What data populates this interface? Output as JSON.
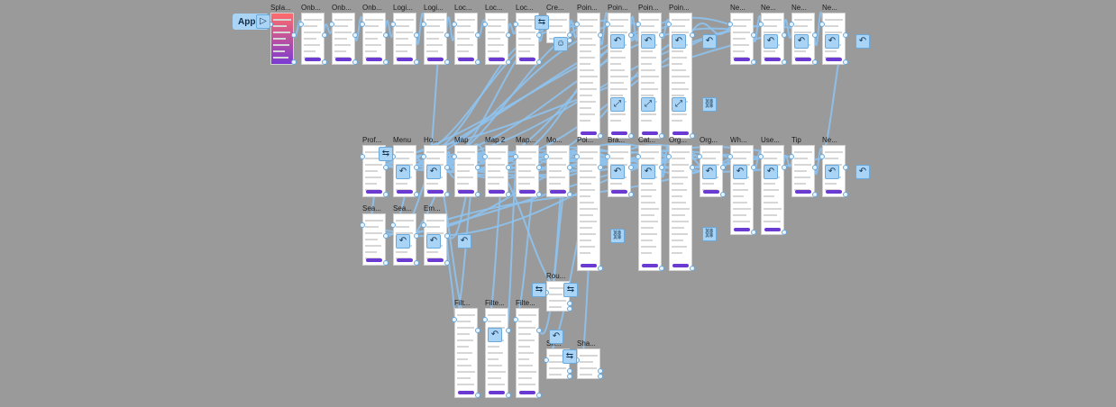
{
  "app_badge": {
    "label": "App",
    "play_icon": "play-icon"
  },
  "colors": {
    "canvas": "#9a9a9a",
    "link": "#a9d4f5",
    "link_stroke": "#8ec3ef",
    "cta": "#6a3ad2"
  },
  "frames": [
    {
      "id": "splash",
      "title": "Spla...",
      "kind": "splash"
    },
    {
      "id": "onb1",
      "title": "Onb..."
    },
    {
      "id": "onb2",
      "title": "Onb..."
    },
    {
      "id": "onb3",
      "title": "Onb..."
    },
    {
      "id": "login1",
      "title": "Logi..."
    },
    {
      "id": "login2",
      "title": "Logi..."
    },
    {
      "id": "loc1",
      "title": "Loc..."
    },
    {
      "id": "loc2",
      "title": "Loc..."
    },
    {
      "id": "loc3",
      "title": "Loc..."
    },
    {
      "id": "cre",
      "title": "Cre..."
    },
    {
      "id": "poin1",
      "title": "Poin..."
    },
    {
      "id": "poin2",
      "title": "Poin..."
    },
    {
      "id": "poin3",
      "title": "Poin..."
    },
    {
      "id": "poin4",
      "title": "Poin..."
    },
    {
      "id": "ne1",
      "title": "Ne..."
    },
    {
      "id": "ne2",
      "title": "Ne..."
    },
    {
      "id": "ne3",
      "title": "Ne..."
    },
    {
      "id": "ne4",
      "title": "Ne..."
    },
    {
      "id": "prof",
      "title": "Prof..."
    },
    {
      "id": "menu",
      "title": "Menu"
    },
    {
      "id": "home",
      "title": "Ho..."
    },
    {
      "id": "map1",
      "title": "Map"
    },
    {
      "id": "map2",
      "title": "Map 2"
    },
    {
      "id": "map3",
      "title": "Map..."
    },
    {
      "id": "mo",
      "title": "Mo..."
    },
    {
      "id": "poi",
      "title": "Poi..."
    },
    {
      "id": "bra",
      "title": "Bra..."
    },
    {
      "id": "cat",
      "title": "Cat..."
    },
    {
      "id": "org1",
      "title": "Org..."
    },
    {
      "id": "org2",
      "title": "Org..."
    },
    {
      "id": "wh",
      "title": "Wh..."
    },
    {
      "id": "use",
      "title": "Use..."
    },
    {
      "id": "tip",
      "title": "Tip"
    },
    {
      "id": "ne5",
      "title": "Ne..."
    },
    {
      "id": "sea1",
      "title": "Sea..."
    },
    {
      "id": "sea2",
      "title": "Sea..."
    },
    {
      "id": "em",
      "title": "Em..."
    },
    {
      "id": "rou",
      "title": "Rou..."
    },
    {
      "id": "filt1",
      "title": "Filt..."
    },
    {
      "id": "filt2",
      "title": "Filte..."
    },
    {
      "id": "filt3",
      "title": "Filte..."
    },
    {
      "id": "sh1",
      "title": "Sh..."
    },
    {
      "id": "sh2",
      "title": "Sha..."
    }
  ],
  "nodes": {
    "back_icon": "back-arrow-icon",
    "link_icon": "link-icon",
    "overlay_icon": "overlay-icon",
    "swap_icon": "swap-icon"
  }
}
